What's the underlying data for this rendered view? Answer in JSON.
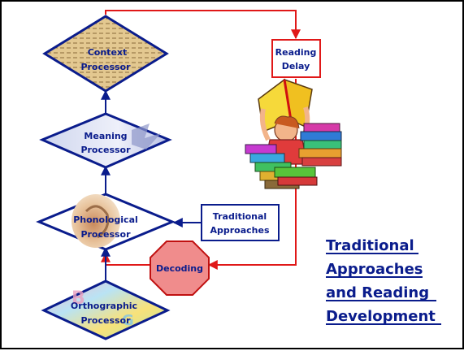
{
  "processors": {
    "context": {
      "line1": "Context",
      "line2": "Processor"
    },
    "meaning": {
      "line1": "Meaning",
      "line2": "Processor"
    },
    "phonological": {
      "line1": "Phonological",
      "line2": "Processor"
    },
    "orthographic": {
      "line1": "Orthographic",
      "line2": "Processor"
    }
  },
  "boxes": {
    "reading_delay": {
      "line1": "Reading",
      "line2": "Delay"
    },
    "traditional_approaches": {
      "line1": "Traditional",
      "line2": "Approaches"
    }
  },
  "stop_sign": {
    "label": "Decoding"
  },
  "title": {
    "line1": "Traditional",
    "line2": "Approaches",
    "line3": "and Reading",
    "line4": "Development"
  },
  "colors": {
    "navy": "#0a1c8c",
    "red": "#e01818",
    "stop_fill": "#f08c8c",
    "title_blue": "#0a1c8c"
  },
  "icons": [
    "reading-child-with-books-icon"
  ]
}
